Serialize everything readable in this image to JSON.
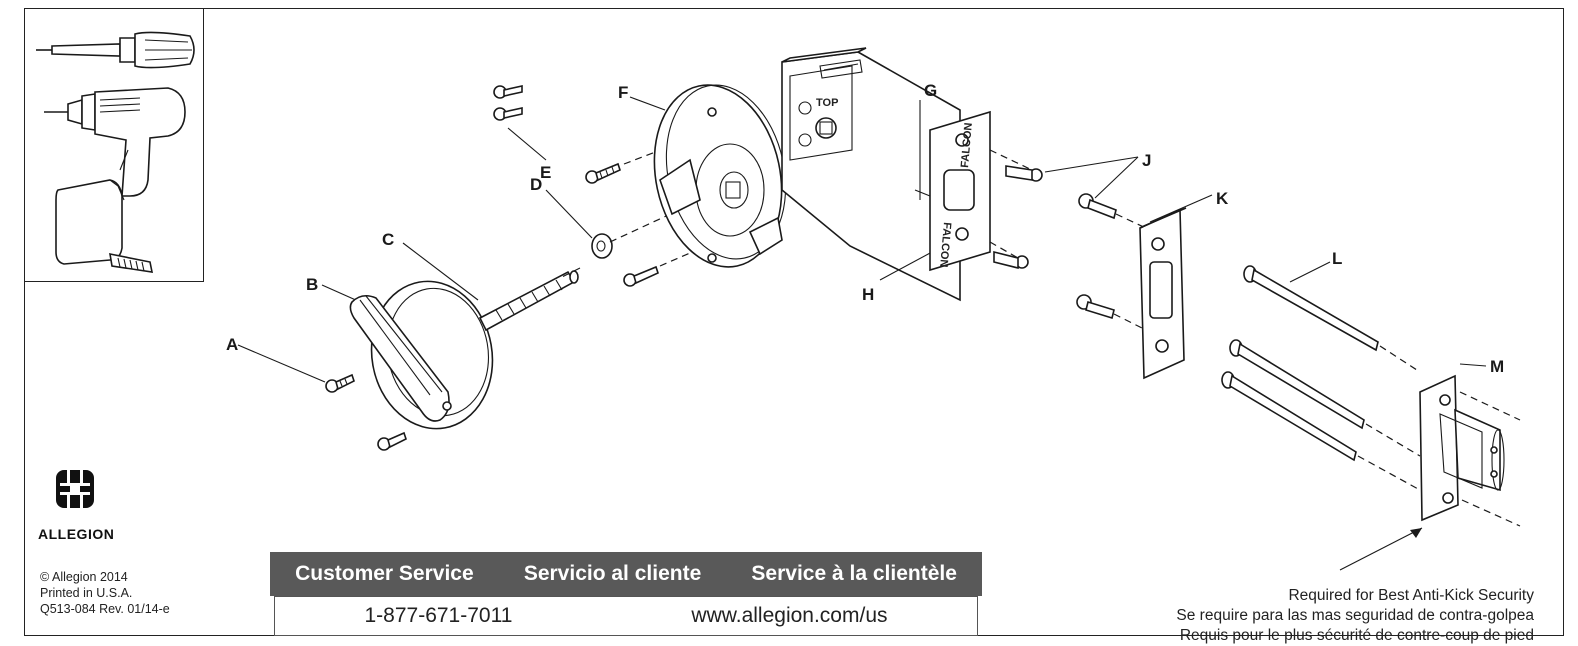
{
  "labels": {
    "A": "A",
    "B": "B",
    "C": "C",
    "D": "D",
    "E": "E",
    "F": "F",
    "G": "G",
    "H": "H",
    "J": "J",
    "K": "K",
    "L": "L",
    "M": "M"
  },
  "imprints": {
    "top": "TOP",
    "brand_upper": "FALCON",
    "brand_lower": "FALCON"
  },
  "brand": {
    "name": "ALLEGION"
  },
  "footer": {
    "copyright": "© Allegion 2014",
    "printed": "Printed in U.S.A.",
    "revision": "Q513-084 Rev. 01/14-e"
  },
  "service": {
    "headings": [
      "Customer Service",
      "Servicio al cliente",
      "Service à la clientèle"
    ],
    "phone": "1-877-671-7011",
    "web": "www.allegion.com/us"
  },
  "notes": {
    "en": "Required for Best Anti-Kick Security",
    "es": "Se require para las mas seguridad de contra-golpea",
    "fr": "Requis pour le plus sécurité de contre-coup de pied"
  },
  "icons": [
    "screwdriver-icon",
    "power-drill-icon",
    "tape-measure-icon",
    "allegion-logo-icon"
  ]
}
